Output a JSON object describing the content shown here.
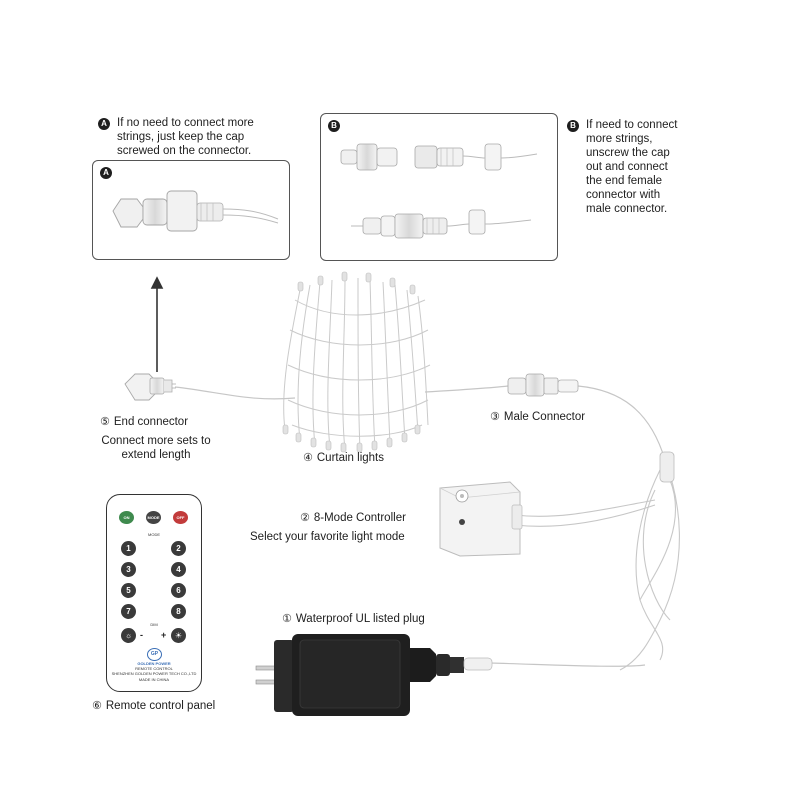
{
  "callout_a": {
    "badge": "A",
    "text": "If no need to connect more\nstrings, just keep the cap\nscrewed on the connector.",
    "box_badge": "A"
  },
  "callout_b": {
    "badge": "B",
    "text": "If need to connect\nmore strings,\nunscrew the cap\nout and connect\nthe end female\nconnector with\nmale connector.",
    "box_badge": "B"
  },
  "components": {
    "end_connector": {
      "num": "⑤",
      "label": "End connector"
    },
    "end_connector_desc": "Connect more sets to\nextend length",
    "male_connector": {
      "num": "③",
      "label": "Male Connector"
    },
    "curtain_lights": {
      "num": "④",
      "label": "Curtain lights"
    },
    "controller": {
      "num": "②",
      "label": "8-Mode Controller"
    },
    "controller_desc": "Select your favorite light mode",
    "plug": {
      "num": "①",
      "label": "Waterproof UL listed plug"
    },
    "remote": {
      "num": "⑥",
      "label": "Remote control panel"
    }
  },
  "remote": {
    "on": "ON",
    "mode_btn": "MODE",
    "off": "OFF",
    "mode_label": "MODE",
    "buttons": [
      "1",
      "2",
      "3",
      "4",
      "5",
      "6",
      "7",
      "8"
    ],
    "dim_label": "DIM",
    "minus": "-",
    "plus": "+",
    "brand": "GOLDEN POWER",
    "brand_sub": "REMOTE CONTROL",
    "company": "SHENZHEN GOLDEN POWER TECH CO.,LTD",
    "made_in": "MADE IN CHINA"
  },
  "colors": {
    "on_button": "#3f8a4e",
    "mode_button": "#444444",
    "off_button": "#c23b3b",
    "badge": "#1e1e1e"
  }
}
